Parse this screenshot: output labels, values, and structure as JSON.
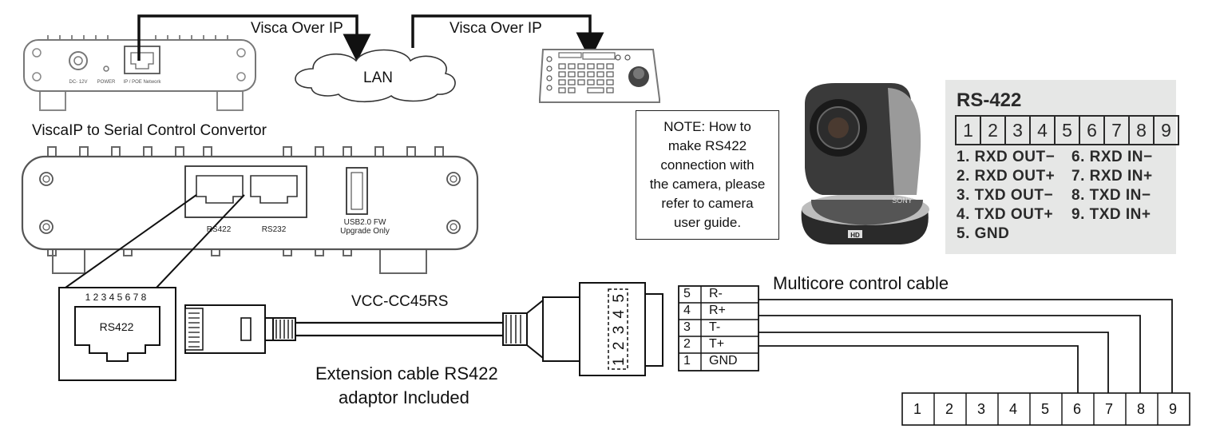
{
  "labels": {
    "visca_ip_left": "Visca Over IP",
    "visca_ip_right": "Visca Over IP",
    "lan": "LAN",
    "converter_title": "ViscaIP to Serial Control Convertor",
    "cable_model": "VCC-CC45RS",
    "extension_line1": "Extension cable RS422",
    "extension_line2": "adaptor Included",
    "multicore": "Multicore control cable"
  },
  "top_device": {
    "dc_label": "DC- 12V",
    "power_label": "POWER",
    "network_label": "IP / POE Network"
  },
  "converter_ports": {
    "rs422": "RS422",
    "rs232": "RS232",
    "usb_line1": "USB2.0 FW",
    "usb_line2": "Upgrade Only"
  },
  "rj45_closeup": {
    "pins": "1 2 3 4 5 6 7 8",
    "label": "RS422"
  },
  "adapter_pins": "1 2 3 4 5",
  "note": "NOTE: How to\nmake RS422\nconnection with\nthe camera, please\nrefer to camera\nuser guide.",
  "camera": {
    "brand": "SONY",
    "badge": "HD"
  },
  "rs422_label": {
    "title": "RS-422",
    "pins": [
      "1",
      "2",
      "3",
      "4",
      "5",
      "6",
      "7",
      "8",
      "9"
    ],
    "definitions_left": [
      "1. RXD OUT−",
      "2. RXD OUT+",
      "3. TXD OUT−",
      "4. TXD OUT+",
      "5. GND"
    ],
    "definitions_right": [
      "6. RXD IN−",
      "7. RXD IN+",
      "8. TXD IN−",
      "9. TXD IN+"
    ]
  },
  "terminal_block": [
    {
      "num": "5",
      "sig": "R-"
    },
    {
      "num": "4",
      "sig": "R+"
    },
    {
      "num": "3",
      "sig": "T-"
    },
    {
      "num": "2",
      "sig": "T+"
    },
    {
      "num": "1",
      "sig": "GND"
    }
  ],
  "camera_pins": [
    "1",
    "2",
    "3",
    "4",
    "5",
    "6",
    "7",
    "8",
    "9"
  ]
}
